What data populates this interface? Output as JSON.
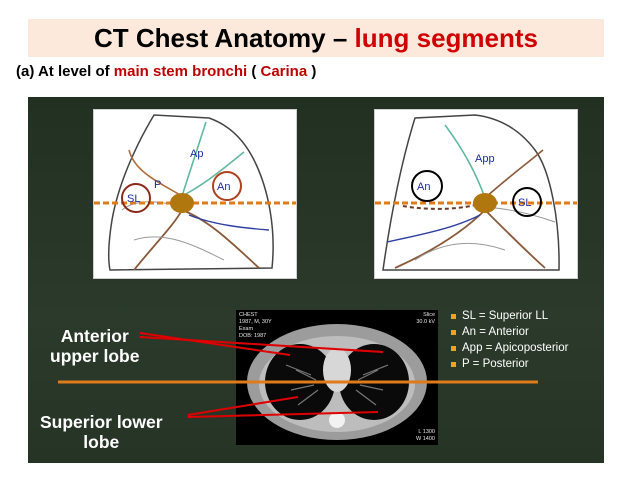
{
  "title": {
    "prefix": "CT Chest Anatomy – ",
    "accent": "lung segments"
  },
  "subtitle": {
    "prefix": "(a) At level of ",
    "red1": "main stem bronchi",
    "mid": " ( ",
    "red2": "Carina",
    "suffix": " )"
  },
  "right_lung_diagram": {
    "labels": [
      "Ap",
      "P",
      "SL",
      "An"
    ]
  },
  "left_lung_diagram": {
    "labels": [
      "App",
      "An",
      "SL"
    ]
  },
  "ct_image": {
    "overlay_text": [
      "CHEST",
      "1987, M, 30Y",
      "Exam",
      "DOB: 1987",
      "Slice",
      "30.0 kV",
      "L 1300",
      "W 1400"
    ]
  },
  "callouts": {
    "anterior": [
      "Anterior",
      "upper lobe"
    ],
    "superior": [
      "Superior lower",
      "lobe"
    ]
  },
  "legend": [
    "SL = Superior LL",
    "An = Anterior",
    "App = Apicoposterior",
    "P = Posterior"
  ],
  "colors": {
    "title_accent": "#d00000",
    "title_bg": "#fde9dc",
    "slide_bg": "#263426",
    "carina": "#b0770f",
    "level_line": "#e07a1a",
    "callout_line": "#e00000"
  }
}
